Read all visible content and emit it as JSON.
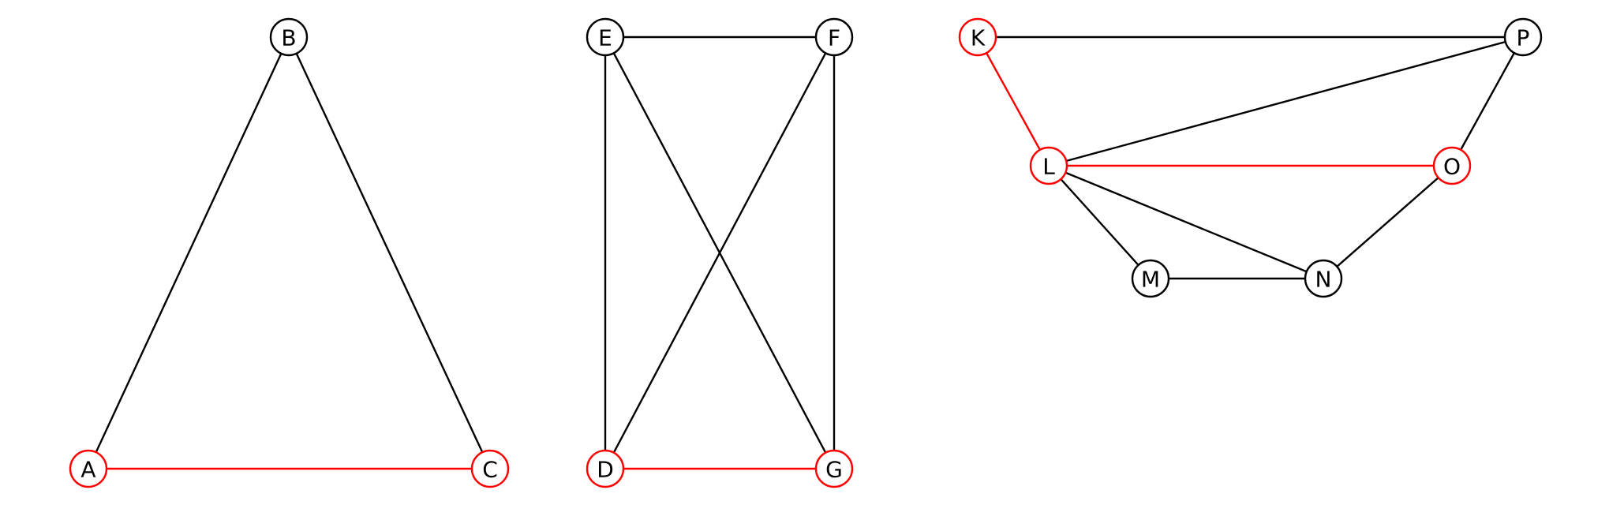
{
  "colors": {
    "default": "#000000",
    "highlight": "#ff0000",
    "background": "#ffffff"
  },
  "graphs": [
    {
      "nodes": [
        {
          "id": "B",
          "label": "B",
          "highlight": false
        },
        {
          "id": "A",
          "label": "A",
          "highlight": true
        },
        {
          "id": "C",
          "label": "C",
          "highlight": true
        }
      ],
      "edges": [
        {
          "from": "A",
          "to": "B",
          "highlight": false
        },
        {
          "from": "B",
          "to": "C",
          "highlight": false
        },
        {
          "from": "A",
          "to": "C",
          "highlight": true
        }
      ]
    },
    {
      "nodes": [
        {
          "id": "E",
          "label": "E",
          "highlight": false
        },
        {
          "id": "F",
          "label": "F",
          "highlight": false
        },
        {
          "id": "D",
          "label": "D",
          "highlight": true
        },
        {
          "id": "G",
          "label": "G",
          "highlight": true
        }
      ],
      "edges": [
        {
          "from": "E",
          "to": "F",
          "highlight": false
        },
        {
          "from": "E",
          "to": "D",
          "highlight": false
        },
        {
          "from": "E",
          "to": "G",
          "highlight": false
        },
        {
          "from": "F",
          "to": "D",
          "highlight": false
        },
        {
          "from": "F",
          "to": "G",
          "highlight": false
        },
        {
          "from": "D",
          "to": "G",
          "highlight": true
        }
      ]
    },
    {
      "nodes": [
        {
          "id": "K",
          "label": "K",
          "highlight": true
        },
        {
          "id": "P",
          "label": "P",
          "highlight": false
        },
        {
          "id": "L",
          "label": "L",
          "highlight": true
        },
        {
          "id": "O",
          "label": "O",
          "highlight": true
        },
        {
          "id": "M",
          "label": "M",
          "highlight": false
        },
        {
          "id": "N",
          "label": "N",
          "highlight": false
        }
      ],
      "edges": [
        {
          "from": "K",
          "to": "P",
          "highlight": false
        },
        {
          "from": "K",
          "to": "L",
          "highlight": true
        },
        {
          "from": "L",
          "to": "P",
          "highlight": false
        },
        {
          "from": "P",
          "to": "O",
          "highlight": false
        },
        {
          "from": "L",
          "to": "O",
          "highlight": true
        },
        {
          "from": "L",
          "to": "M",
          "highlight": false
        },
        {
          "from": "L",
          "to": "N",
          "highlight": false
        },
        {
          "from": "M",
          "to": "N",
          "highlight": false
        },
        {
          "from": "N",
          "to": "O",
          "highlight": false
        }
      ]
    }
  ]
}
